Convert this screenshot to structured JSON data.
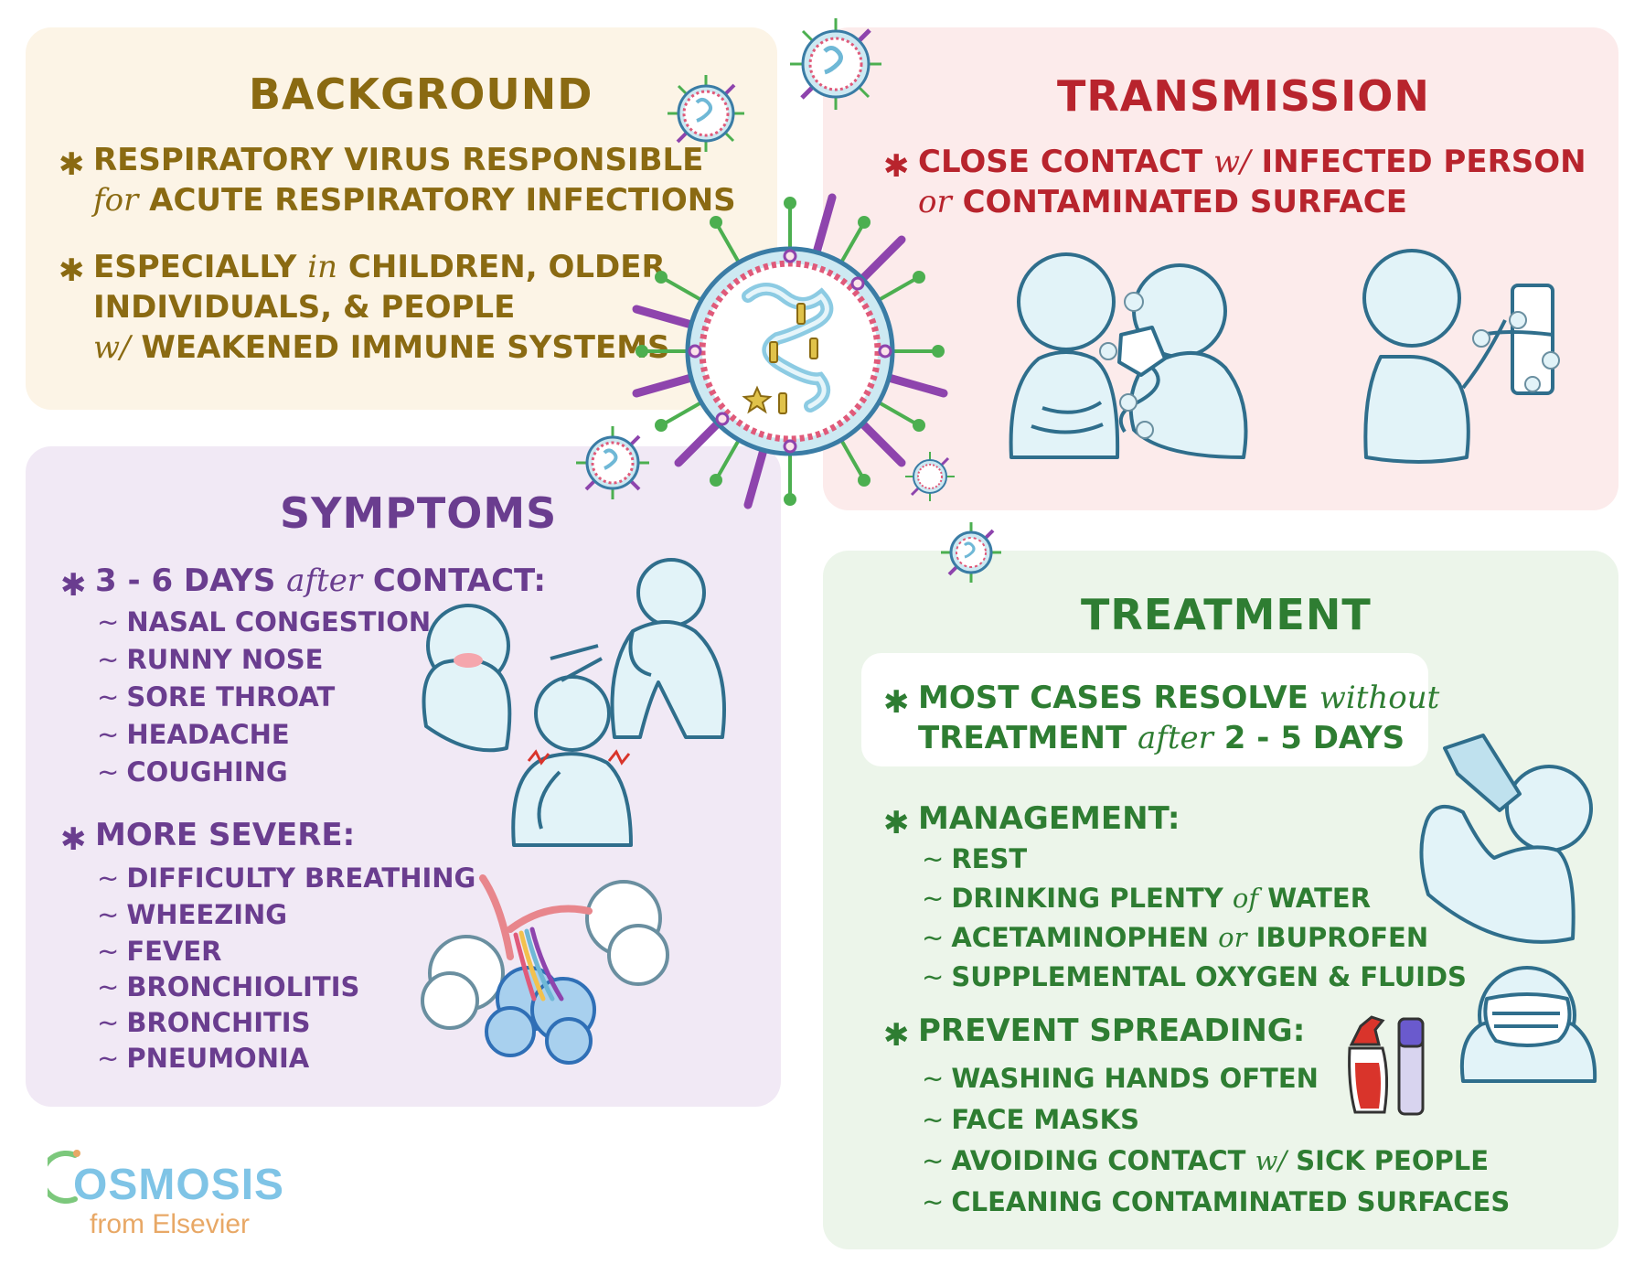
{
  "background": {
    "heading": "BACKGROUND",
    "color": "#8a6a12",
    "b1_line1": "RESPIRATORY VIRUS RESPONSIBLE",
    "b1_line2_pre": "for",
    "b1_line2": "ACUTE RESPIRATORY INFECTIONS",
    "b2_line1_pre": "ESPECIALLY",
    "b2_line1_in": "in",
    "b2_line1_post": "CHILDREN, OLDER",
    "b2_line2": "INDIVIDUALS, & PEOPLE",
    "b2_line3_pre": "w/",
    "b2_line3": "WEAKENED IMMUNE SYSTEMS"
  },
  "transmission": {
    "heading": "TRANSMISSION",
    "color": "#b8242d",
    "line1_pre": "CLOSE CONTACT",
    "line1_w": "w/",
    "line1_post": "INFECTED PERSON",
    "line2_or": "or",
    "line2": "CONTAMINATED SURFACE"
  },
  "symptoms": {
    "heading": "SYMPTOMS",
    "color": "#6a3d8f",
    "group1_a": "3 - 6 DAYS",
    "group1_after": "after",
    "group1_b": "CONTACT:",
    "group1_items": [
      "NASAL CONGESTION",
      "RUNNY NOSE",
      "SORE THROAT",
      "HEADACHE",
      "COUGHING"
    ],
    "group2": "MORE SEVERE:",
    "group2_items": [
      "DIFFICULTY BREATHING",
      "WHEEZING",
      "FEVER",
      "BRONCHIOLITIS",
      "BRONCHITIS",
      "PNEUMONIA"
    ]
  },
  "treatment": {
    "heading": "TREATMENT",
    "color": "#2e7d32",
    "note_l1_pre": "MOST CASES RESOLVE",
    "note_l1_without": "without",
    "note_l2_pre": "TREATMENT",
    "note_l2_after": "after",
    "note_l2_post": "2 - 5 DAYS",
    "management": "MANAGEMENT:",
    "mgmt_rest": "REST",
    "mgmt_water_pre": "DRINKING PLENTY",
    "mgmt_water_of": "of",
    "mgmt_water_post": "WATER",
    "mgmt_drug_pre": "ACETAMINOPHEN",
    "mgmt_drug_or": "or",
    "mgmt_drug_post": "IBUPROFEN",
    "mgmt_oxygen": "SUPPLEMENTAL OXYGEN & FLUIDS",
    "prevent": "PREVENT SPREADING:",
    "prev_wash": "WASHING HANDS OFTEN",
    "prev_masks": "FACE MASKS",
    "prev_avoid_pre": "AVOIDING CONTACT",
    "prev_avoid_w": "w/",
    "prev_avoid_post": "SICK PEOPLE",
    "prev_clean": "CLEANING CONTAMINATED SURFACES"
  },
  "brand": {
    "name": "OSMOSIS",
    "sub": "from Elsevier"
  }
}
